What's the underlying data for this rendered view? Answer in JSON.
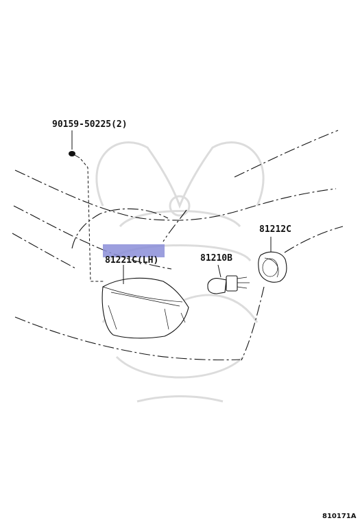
{
  "diagram": {
    "parts": [
      {
        "id": "bolt",
        "label": "90159-50225(2)"
      },
      {
        "id": "lamp",
        "label": "81221C(LH)"
      },
      {
        "id": "bulb",
        "label": "81210B"
      },
      {
        "id": "socket",
        "label": "81212C"
      }
    ],
    "reference_code": "810171A",
    "highlight_color": "#8b8ed8"
  }
}
